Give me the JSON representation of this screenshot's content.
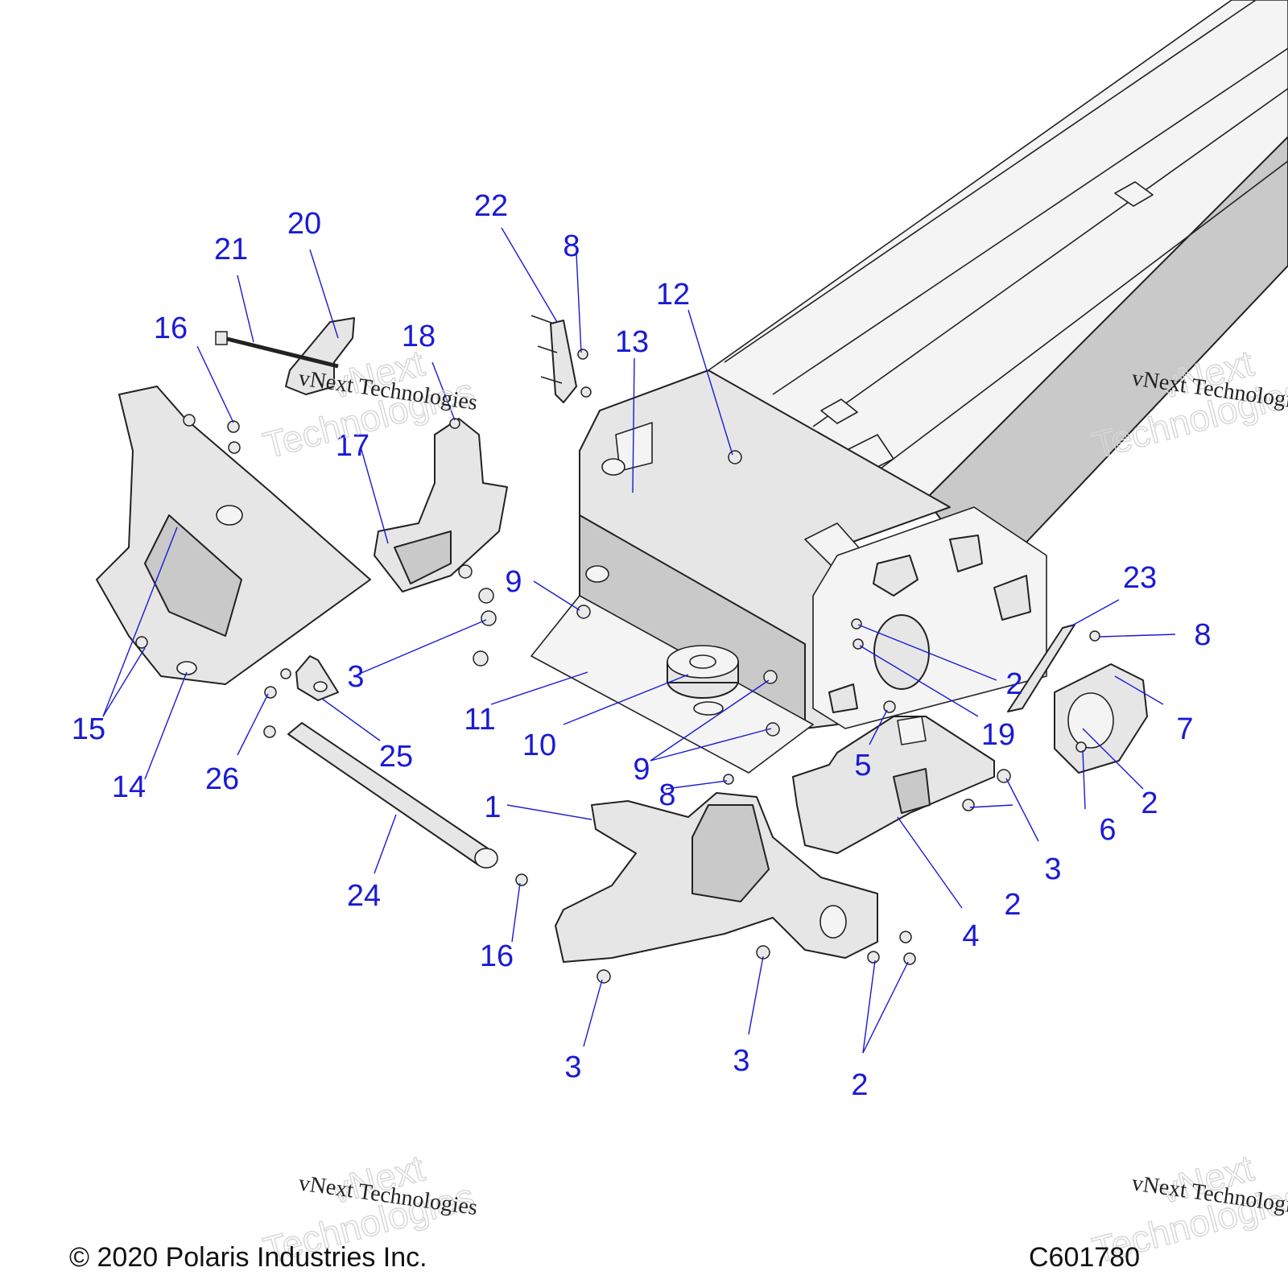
{
  "copyright": "© 2020 Polaris Industries Inc.",
  "drawing_number": "C601780",
  "watermark": {
    "company": "vNext Technologies",
    "word1": "vNext",
    "word2": "Technologies"
  },
  "callouts": [
    {
      "id": "c1",
      "label": "1"
    },
    {
      "id": "c2a",
      "label": "2"
    },
    {
      "id": "c2b",
      "label": "2"
    },
    {
      "id": "c2c",
      "label": "2"
    },
    {
      "id": "c2d",
      "label": "2"
    },
    {
      "id": "c3a",
      "label": "3"
    },
    {
      "id": "c3b",
      "label": "3"
    },
    {
      "id": "c3c",
      "label": "3"
    },
    {
      "id": "c3d",
      "label": "3"
    },
    {
      "id": "c4",
      "label": "4"
    },
    {
      "id": "c5",
      "label": "5"
    },
    {
      "id": "c6",
      "label": "6"
    },
    {
      "id": "c7",
      "label": "7"
    },
    {
      "id": "c8a",
      "label": "8"
    },
    {
      "id": "c8b",
      "label": "8"
    },
    {
      "id": "c8c",
      "label": "8"
    },
    {
      "id": "c9a",
      "label": "9"
    },
    {
      "id": "c9b",
      "label": "9"
    },
    {
      "id": "c10",
      "label": "10"
    },
    {
      "id": "c11",
      "label": "11"
    },
    {
      "id": "c12",
      "label": "12"
    },
    {
      "id": "c13",
      "label": "13"
    },
    {
      "id": "c14",
      "label": "14"
    },
    {
      "id": "c15",
      "label": "15"
    },
    {
      "id": "c16a",
      "label": "16"
    },
    {
      "id": "c16b",
      "label": "16"
    },
    {
      "id": "c17",
      "label": "17"
    },
    {
      "id": "c18",
      "label": "18"
    },
    {
      "id": "c19",
      "label": "19"
    },
    {
      "id": "c20",
      "label": "20"
    },
    {
      "id": "c21",
      "label": "21"
    },
    {
      "id": "c22",
      "label": "22"
    },
    {
      "id": "c23",
      "label": "23"
    },
    {
      "id": "c24",
      "label": "24"
    },
    {
      "id": "c25",
      "label": "25"
    },
    {
      "id": "c26",
      "label": "26"
    }
  ]
}
